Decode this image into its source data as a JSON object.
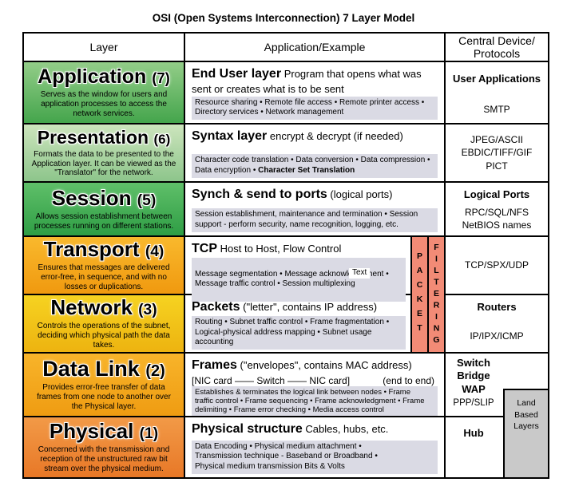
{
  "title": "OSI (Open Systems Interconnection) 7 Layer Model",
  "header": {
    "layer": "Layer",
    "example": "Application/Example",
    "device": "Central Device/\nProtocols"
  },
  "layers": [
    {
      "name": "Application",
      "number": "(7)",
      "description": "Serves as the window for users and application processes to access the network services.",
      "head_title": "End User layer",
      "head_sub": "Program that opens what was sent or creates what is to be sent",
      "details": "Resource sharing • Remote file access • Remote printer access •\nDirectory services • Network management",
      "device_title": "User Applications",
      "protocols": "SMTP"
    },
    {
      "name": "Presentation",
      "number": "(6)",
      "description": "Formats the data to be presented to the Application layer. It can be viewed as the \"Translator\" for the network.",
      "head_title": "Syntax layer",
      "head_sub": "encrypt & decrypt (if needed)",
      "details": "Character code translation • Data conversion • Data compression •\nData encryption • ",
      "details_bold": "Character Set Translation",
      "protocols": "JPEG/ASCII\nEBDIC/TIFF/GIF\nPICT"
    },
    {
      "name": "Session",
      "number": "(5)",
      "description": "Allows session establishment between processes running on different stations.",
      "head_title": "Synch & send to ports",
      "head_sub": "(logical ports)",
      "details": "Session establishment, maintenance and termination • Session\nsupport - perform security, name recognition, logging, etc.",
      "device_title": "Logical Ports",
      "protocols": "RPC/SQL/NFS\nNetBIOS names"
    },
    {
      "name": "Transport",
      "number": "(4)",
      "description": "Ensures that messages are delivered error-free, in sequence, and with no losses or duplications.",
      "head_title": "TCP",
      "head_sub": "Host to Host, Flow Control",
      "details": "Message segmentation • Message acknowledgement •\nMessage traffic control • Session multiplexing",
      "overlay_note": "Text",
      "protocols": "TCP/SPX/UDP"
    },
    {
      "name": "Network",
      "number": "(3)",
      "description": "Controls the operations of the subnet, deciding which physical path the data takes.",
      "head_title": "Packets",
      "head_sub": "(\"letter\", contains IP address)",
      "details": "Routing • Subnet traffic control • Frame fragmentation •\nLogical-physical address mapping • Subnet usage accounting",
      "device_title": "Routers",
      "protocols": "IP/IPX/ICMP"
    },
    {
      "name": "Data Link",
      "number": "(2)",
      "description": "Provides error-free transfer of data frames from one node to another over the Physical layer.",
      "head_title": "Frames",
      "head_sub": "(\"envelopes\", contains MAC address)",
      "head_line2": "[NIC card —— Switch —— NIC card]",
      "head_line2_right": "(end to end)",
      "details": "Establishes & terminates the logical link between nodes • Frame\ntraffic control • Frame sequencing • Frame acknowledgment • Frame\ndelimiting • Frame error checking • Media access control",
      "device_title": "Switch\nBridge\nWAP",
      "protocols": "PPP/SLIP"
    },
    {
      "name": "Physical",
      "number": "(1)",
      "description": "Concerned with the transmission and reception of the unstructured raw bit stream over the physical medium.",
      "head_title": "Physical structure",
      "head_sub": "Cables, hubs, etc.",
      "details": "Data Encoding • Physical medium attachment •\nTransmission technique - Baseband or Broadband •\nPhysical medium transmission Bits & Volts",
      "device_title": "Hub"
    }
  ],
  "packet_filtering": {
    "packet": "PACKET",
    "filtering": "FILTERING"
  },
  "land_based": "Land\nBased\nLayers",
  "colors": {
    "application": "#5ab157",
    "presentation": "#abd39f",
    "session": "#3fae53",
    "transport": "#f5a91e",
    "network": "#f2c517",
    "data_link": "#f4a71f",
    "physical": "#ee8936",
    "detail_box": "#dadae4",
    "packet_filtering": "#f28b76",
    "land_based": "#c9c9c9",
    "border": "#000000"
  }
}
